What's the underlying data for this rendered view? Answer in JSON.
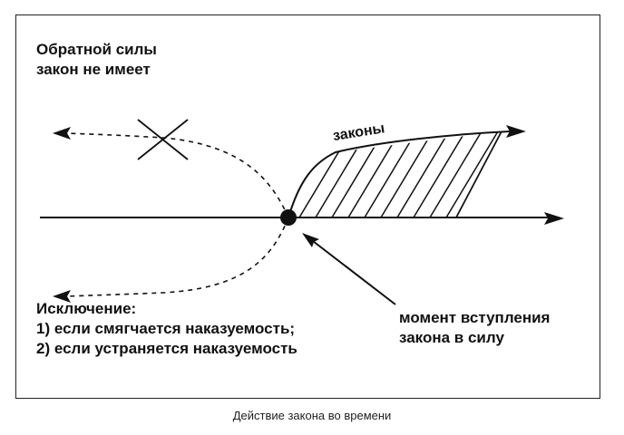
{
  "diagram": {
    "no_retroactive": {
      "line1": "Обратной силы",
      "line2": "закон не имеет"
    },
    "laws_label": "законы",
    "exceptions": {
      "heading": "Исключение:",
      "item1": "1) если смягчается наказуемость;",
      "item2": "2) если устраняется наказуемость"
    },
    "moment": {
      "line1": "момент вступления",
      "line2": "закона в силу"
    },
    "caption": "Действие закона во времени",
    "colors": {
      "ink": "#111111",
      "background": "#ffffff"
    }
  }
}
